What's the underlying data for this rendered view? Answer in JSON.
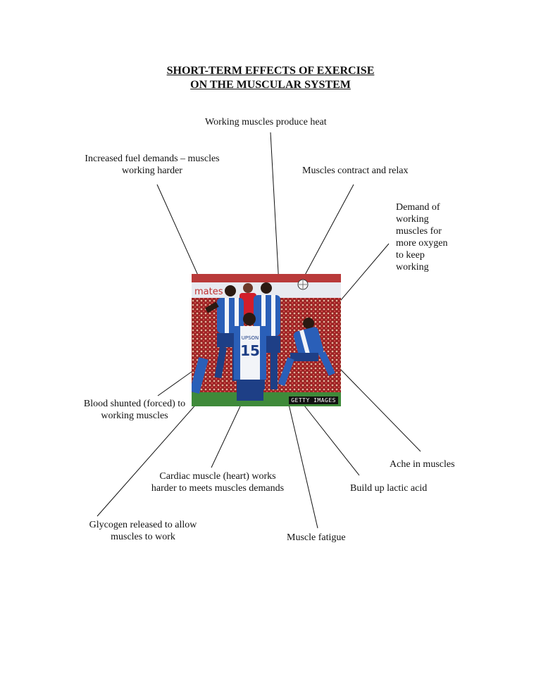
{
  "title": {
    "line1": "SHORT-TERM EFFECTS OF EXERCISE",
    "line2": "ON THE MUSCULAR SYSTEM"
  },
  "labels": {
    "heat": "Working muscles produce heat",
    "fuel_1": "Increased fuel demands – muscles",
    "fuel_2": "working harder",
    "contract": "Muscles contract and relax",
    "oxygen_1": "Demand of",
    "oxygen_2": "working",
    "oxygen_3": "muscles for",
    "oxygen_4": "more oxygen",
    "oxygen_5": "to keep",
    "oxygen_6": "working",
    "blood_1": "Blood shunted (forced) to",
    "blood_2": "working muscles",
    "ache": "Ache in muscles",
    "cardiac_1": "Cardiac muscle (heart) works",
    "cardiac_2": "harder to meets muscles demands",
    "lactic": "Build up lactic acid",
    "glycogen_1": "Glycogen released to allow",
    "glycogen_2": "muscles to work",
    "fatigue": "Muscle fatigue"
  },
  "photo": {
    "watermark": "GETTY IMAGES",
    "shirt_number": "15",
    "shirt_name": "UPSON"
  },
  "colors": {
    "kit_blue": "#2a5fb8",
    "kit_white": "#f2f4f8",
    "crowd_red": "#b52a2a",
    "pitch_green": "#3f8a3a"
  }
}
